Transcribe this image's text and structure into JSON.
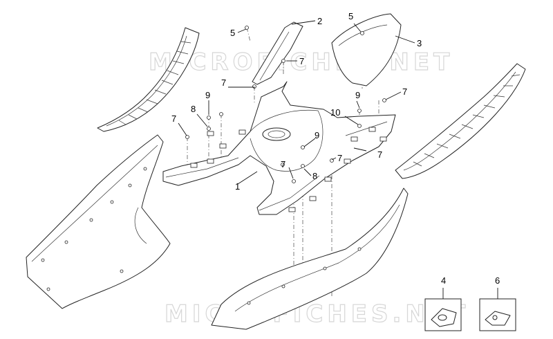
{
  "watermarks": [
    "MICROFICHES.NET",
    "MICROFICHES.NET"
  ],
  "callouts": {
    "c1": "1",
    "c2": "2",
    "c3": "3",
    "c4": "4",
    "c5a": "5",
    "c5b": "5",
    "c6": "6",
    "c7a": "7",
    "c7b": "7",
    "c7c": "7",
    "c7d": "7",
    "c7e": "7",
    "c7f": "7",
    "c7g": "7",
    "c8a": "8",
    "c8b": "8",
    "c9a": "9",
    "c9b": "9",
    "c9c": "9",
    "c10": "10"
  },
  "colors": {
    "line": "#222222",
    "background": "#ffffff",
    "watermark": "#d6d6d6"
  }
}
